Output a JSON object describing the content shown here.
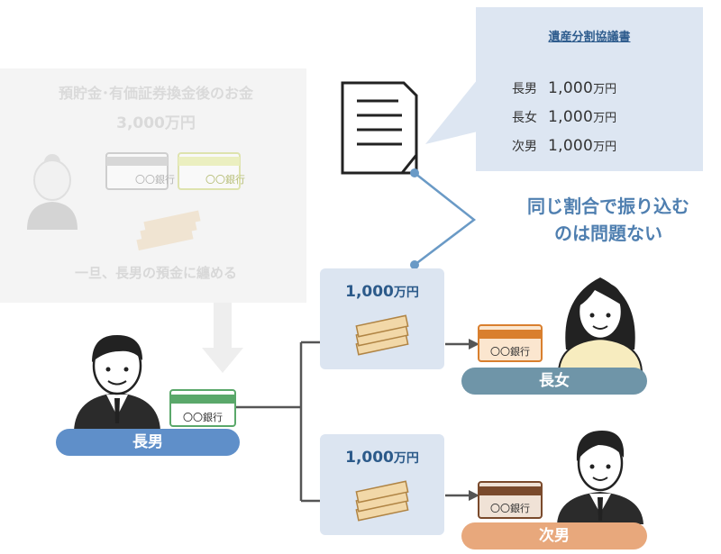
{
  "faded_panel": {
    "title": "預貯金･有価証券換金後のお金",
    "amount": "3,000万円",
    "bank_label_1": "〇〇銀行",
    "bank_label_2": "〇〇銀行",
    "note": "一旦、長男の預金に纏める"
  },
  "document_bubble": {
    "title": "遺産分割協議書",
    "rows": [
      {
        "name": "長男",
        "amount": "1,000",
        "unit": "万円"
      },
      {
        "name": "長女",
        "amount": "1,000",
        "unit": "万円"
      },
      {
        "name": "次男",
        "amount": "1,000",
        "unit": "万円"
      }
    ]
  },
  "note": {
    "line1": "同じ割合で振り込む",
    "line2": "のは問題ない"
  },
  "eldest_son": {
    "name": "長男",
    "bank_label": "〇〇銀行",
    "bank_color": "#5aa86a"
  },
  "transfers": [
    {
      "amount": "1,000",
      "unit": "万円"
    },
    {
      "amount": "1,000",
      "unit": "万円"
    }
  ],
  "eldest_daughter": {
    "name": "長女",
    "bank_label": "〇〇銀行",
    "bank_color": "#d97f2e",
    "plate_color": "#6f95a8"
  },
  "second_son": {
    "name": "次男",
    "bank_label": "〇〇銀行",
    "bank_color": "#7a4a2c",
    "plate_color": "#e8a87c"
  },
  "colors": {
    "eldest_plate": "#5f8fc9",
    "connector": "#6a9ac6",
    "box": "#dce5f1"
  }
}
